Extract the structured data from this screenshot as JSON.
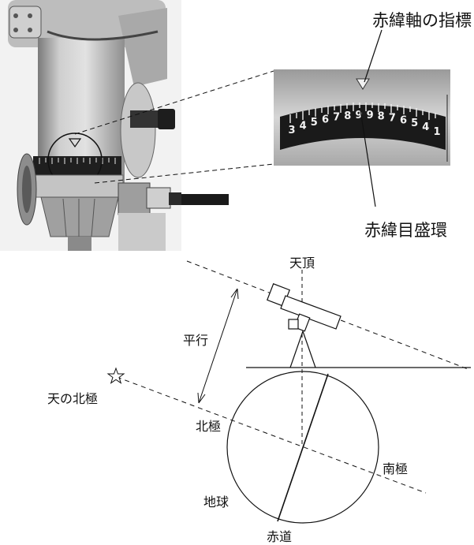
{
  "labels": {
    "dec_axis_pointer": "赤緯軸の指標",
    "dec_setting_circle": "赤緯目盛環",
    "zenith": "天頂",
    "parallel": "平行",
    "celestial_north_pole": "天の北極",
    "north_pole": "北極",
    "south_pole": "南極",
    "earth": "地球",
    "equator": "赤道"
  },
  "scale_digits": [
    "3",
    "4",
    "5",
    "6",
    "7",
    "8",
    "9",
    "9",
    "8",
    "7",
    "6",
    "5",
    "4",
    "1"
  ],
  "star_symbol": "☆",
  "colors": {
    "ink": "#111111",
    "metal": "#b9b9b9",
    "dark": "#222222"
  }
}
